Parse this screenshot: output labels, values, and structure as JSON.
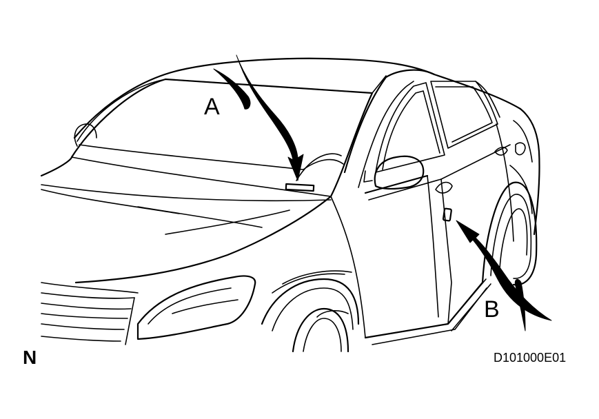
{
  "callouts": {
    "a": "A",
    "b": "B"
  },
  "orientation_mark": "N",
  "figure_code": "D101000E01",
  "colors": {
    "ink": "#000000",
    "background": "#ffffff"
  }
}
